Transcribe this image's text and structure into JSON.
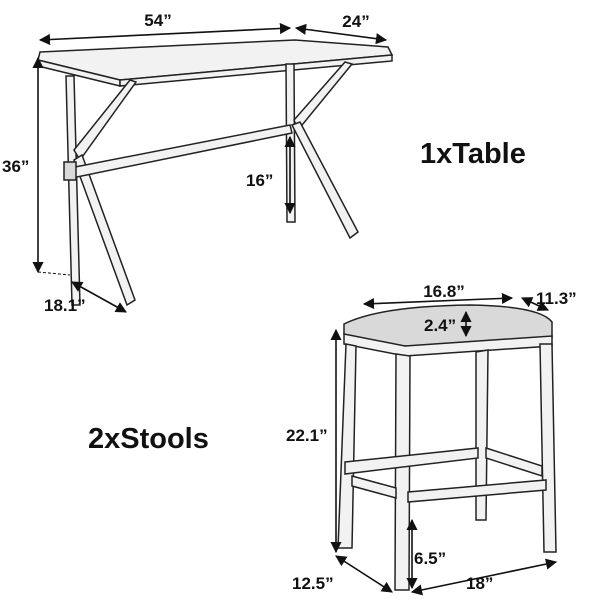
{
  "table": {
    "label": "1xTable",
    "dims": {
      "length": "54”",
      "width": "24”",
      "height": "36”",
      "stretcher": "16”",
      "leg_spread": "18.1”"
    }
  },
  "stool": {
    "label": "2xStools",
    "dims": {
      "seat_length": "16.8”",
      "seat_width": "11.3”",
      "cushion": "2.4”",
      "height": "22.1”",
      "footrest": "6.5”",
      "depth": "12.5”",
      "length": "18”"
    }
  },
  "colors": {
    "line": "#111111",
    "cushion": "#d9d9d9",
    "background": "#ffffff"
  }
}
